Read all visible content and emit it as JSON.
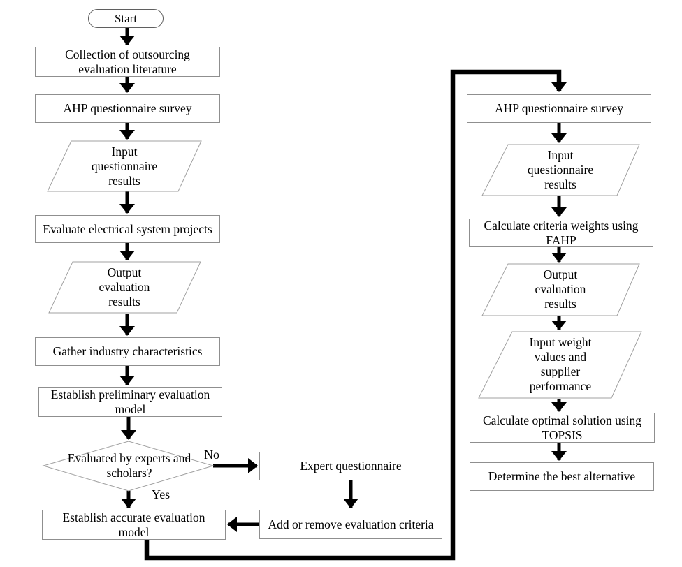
{
  "diagram": {
    "type": "flowchart",
    "nodes": {
      "start": "Start",
      "collect_literature": "Collection of outsourcing\nevaluation literature",
      "ahp_survey_left": "AHP questionnaire survey",
      "input_questionnaire_left": "Input\nquestionnaire\nresults",
      "evaluate_projects": "Evaluate electrical system projects",
      "output_results_left": "Output\nevaluation\nresults",
      "gather_industry": "Gather industry characteristics",
      "establish_preliminary": "Establish preliminary evaluation\nmodel",
      "decision_experts": "Evaluated by experts and\nscholars?",
      "establish_accurate": "Establish accurate evaluation\nmodel",
      "expert_questionnaire": "Expert questionnaire",
      "add_remove_criteria": "Add or remove evaluation criteria",
      "ahp_survey_right": "AHP questionnaire survey",
      "input_questionnaire_right": "Input\nquestionnaire\nresults",
      "calc_weights_fahp": "Calculate criteria weights using\nFAHP",
      "output_results_right": "Output\nevaluation\nresults",
      "input_weights_performance": "Input weight\nvalues and\nsupplier\nperformance",
      "calc_topsis": "Calculate optimal solution using\nTOPSIS",
      "determine_best": "Determine the best alternative"
    },
    "edge_labels": {
      "no": "No",
      "yes": "Yes"
    },
    "edges": [
      {
        "from": "start",
        "to": "collect_literature"
      },
      {
        "from": "collect_literature",
        "to": "ahp_survey_left"
      },
      {
        "from": "ahp_survey_left",
        "to": "input_questionnaire_left"
      },
      {
        "from": "input_questionnaire_left",
        "to": "evaluate_projects"
      },
      {
        "from": "evaluate_projects",
        "to": "output_results_left"
      },
      {
        "from": "output_results_left",
        "to": "gather_industry"
      },
      {
        "from": "gather_industry",
        "to": "establish_preliminary"
      },
      {
        "from": "establish_preliminary",
        "to": "decision_experts"
      },
      {
        "from": "decision_experts",
        "to": "expert_questionnaire",
        "label": "No"
      },
      {
        "from": "decision_experts",
        "to": "establish_accurate",
        "label": "Yes"
      },
      {
        "from": "expert_questionnaire",
        "to": "add_remove_criteria"
      },
      {
        "from": "add_remove_criteria",
        "to": "establish_accurate"
      },
      {
        "from": "establish_accurate",
        "to": "ahp_survey_right"
      },
      {
        "from": "ahp_survey_right",
        "to": "input_questionnaire_right"
      },
      {
        "from": "input_questionnaire_right",
        "to": "calc_weights_fahp"
      },
      {
        "from": "calc_weights_fahp",
        "to": "output_results_right"
      },
      {
        "from": "output_results_right",
        "to": "input_weights_performance"
      },
      {
        "from": "input_weights_performance",
        "to": "calc_topsis"
      },
      {
        "from": "calc_topsis",
        "to": "determine_best"
      }
    ],
    "colors": {
      "background": "#ffffff",
      "box_border": "#8f8f8f",
      "shape_border": "#a0a0a0",
      "arrow": "#000000",
      "text": "#000000"
    }
  }
}
